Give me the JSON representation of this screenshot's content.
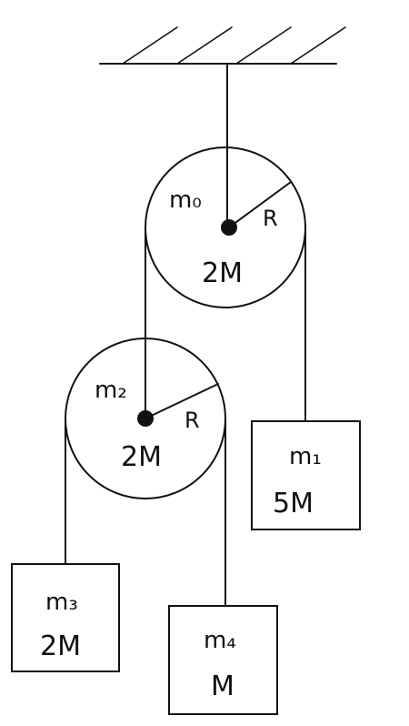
{
  "diagram": {
    "pulley_top": {
      "name": "m₀",
      "mass": "2M",
      "radius_label": "R"
    },
    "pulley_lower": {
      "name": "m₂",
      "mass": "2M",
      "radius_label": "R"
    },
    "block_right": {
      "name": "m₁",
      "mass": "5M"
    },
    "block_left": {
      "name": "m₃",
      "mass": "2M"
    },
    "block_middle": {
      "name": "m₄",
      "mass": "M"
    }
  },
  "colors": {
    "ink": "#111111",
    "background": "#ffffff"
  }
}
